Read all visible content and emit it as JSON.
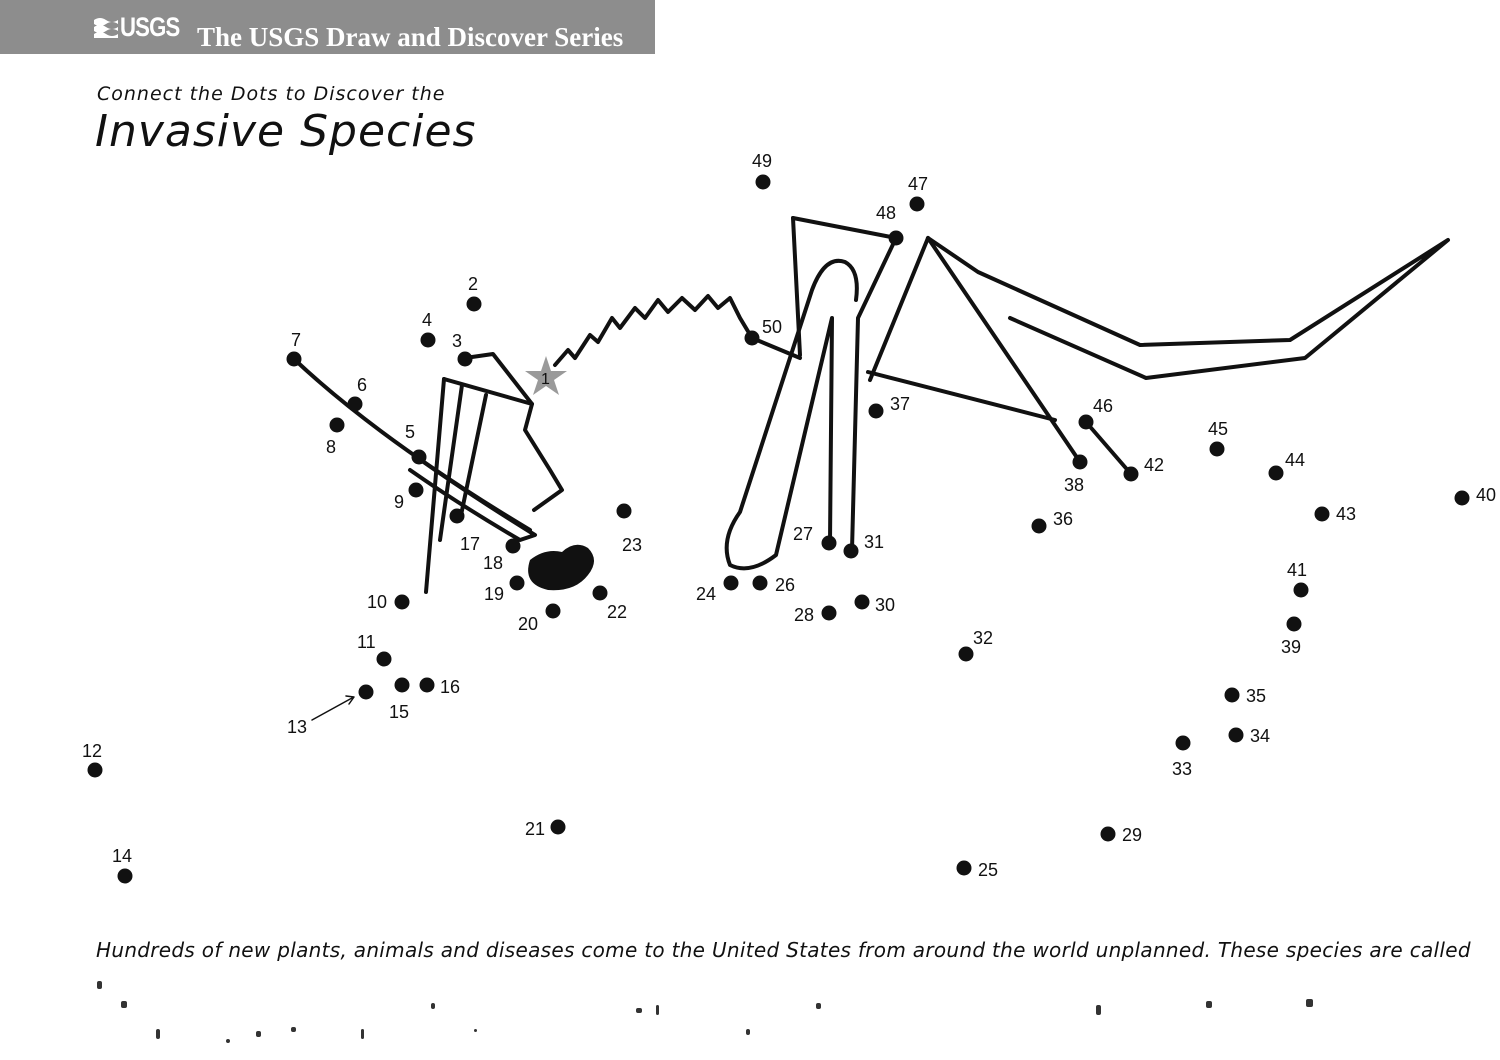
{
  "header": {
    "logo_text": "USGS",
    "series_title": "The USGS Draw and Discover Series"
  },
  "subtitle": "Connect the Dots to Discover the",
  "title": "Invasive Species",
  "start_marker": "1",
  "dots": [
    {
      "label": "2"
    },
    {
      "label": "3"
    },
    {
      "label": "4"
    },
    {
      "label": "5"
    },
    {
      "label": "6"
    },
    {
      "label": "7"
    },
    {
      "label": "8"
    },
    {
      "label": "9"
    },
    {
      "label": "10"
    },
    {
      "label": "11"
    },
    {
      "label": "12"
    },
    {
      "label": "13"
    },
    {
      "label": "14"
    },
    {
      "label": "15"
    },
    {
      "label": "16"
    },
    {
      "label": "17"
    },
    {
      "label": "18"
    },
    {
      "label": "19"
    },
    {
      "label": "20"
    },
    {
      "label": "21"
    },
    {
      "label": "22"
    },
    {
      "label": "23"
    },
    {
      "label": "24"
    },
    {
      "label": "25"
    },
    {
      "label": "26"
    },
    {
      "label": "27"
    },
    {
      "label": "28"
    },
    {
      "label": "29"
    },
    {
      "label": "30"
    },
    {
      "label": "31"
    },
    {
      "label": "32"
    },
    {
      "label": "33"
    },
    {
      "label": "34"
    },
    {
      "label": "35"
    },
    {
      "label": "36"
    },
    {
      "label": "37"
    },
    {
      "label": "38"
    },
    {
      "label": "39"
    },
    {
      "label": "40"
    },
    {
      "label": "41"
    },
    {
      "label": "42"
    },
    {
      "label": "43"
    },
    {
      "label": "44"
    },
    {
      "label": "45"
    },
    {
      "label": "46"
    },
    {
      "label": "47"
    },
    {
      "label": "48"
    },
    {
      "label": "49"
    },
    {
      "label": "50"
    }
  ],
  "caption": "Hundreds of new plants, animals and diseases come to the United States from around the world unplanned. These species are called"
}
